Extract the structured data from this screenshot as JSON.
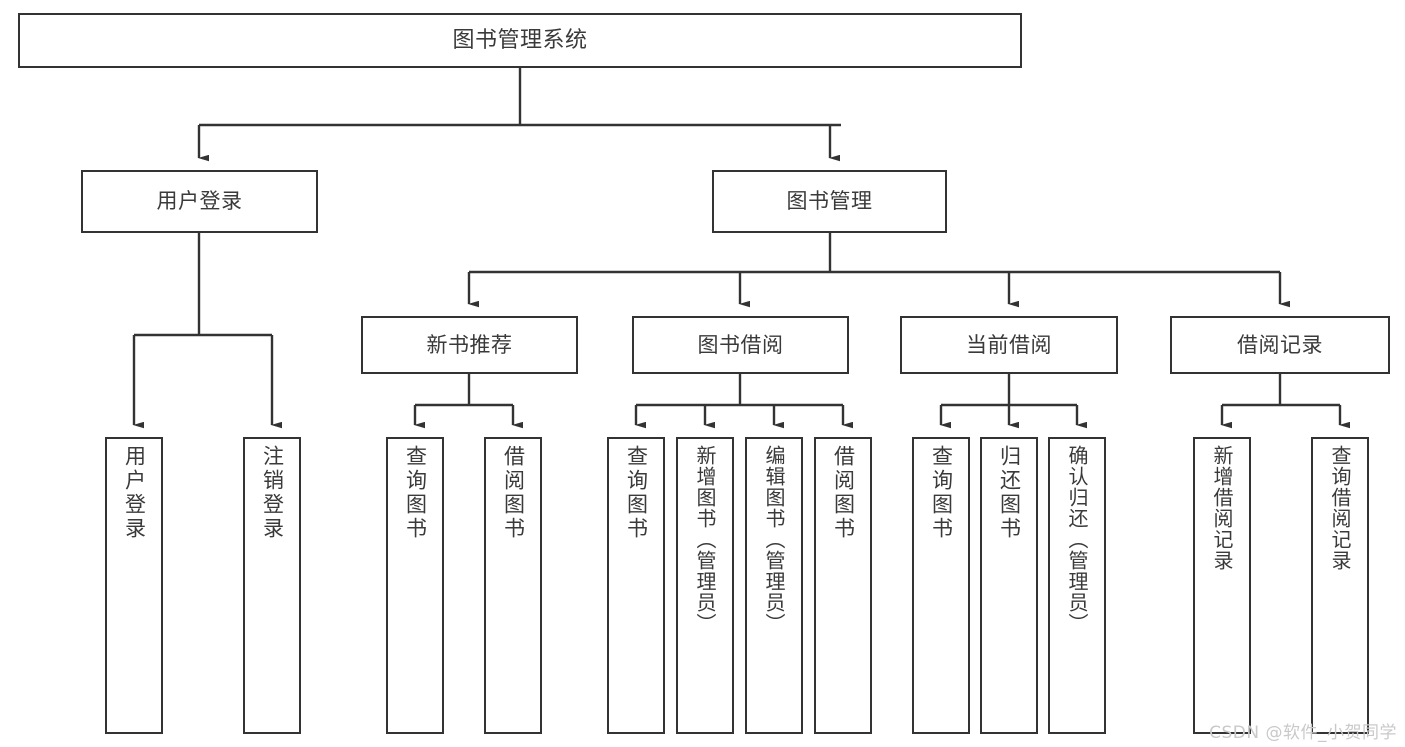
{
  "diagram": {
    "title": "图书管理系统",
    "type": "hierarchy-tree",
    "watermark": "CSDN @软件_小贺同学",
    "colors": {
      "background": "#ffffff",
      "box_border": "#333333",
      "box_fill": "#ffffff",
      "text": "#3a3a3a",
      "connector": "#333333",
      "watermark": "#c9c9c9"
    },
    "nodes": {
      "root": {
        "label": "图书管理系统"
      },
      "level2": [
        {
          "label": "用户登录"
        },
        {
          "label": "图书管理"
        }
      ],
      "level3": [
        {
          "label": "新书推荐"
        },
        {
          "label": "图书借阅"
        },
        {
          "label": "当前借阅"
        },
        {
          "label": "借阅记录"
        }
      ],
      "leaves": {
        "user_login": [
          {
            "label": "用户登录"
          },
          {
            "label": "注销登录"
          }
        ],
        "new_book_recommend": [
          {
            "label": "查询图书"
          },
          {
            "label": "借阅图书"
          }
        ],
        "book_borrow": [
          {
            "label": "查询图书"
          },
          {
            "label": "新增图书（管理员）"
          },
          {
            "label": "编辑图书（管理员）"
          },
          {
            "label": "借阅图书"
          }
        ],
        "current_borrow": [
          {
            "label": "查询图书"
          },
          {
            "label": "归还图书"
          },
          {
            "label": "确认归还（管理员）"
          }
        ],
        "borrow_record": [
          {
            "label": "新增借阅记录"
          },
          {
            "label": "查询借阅记录"
          }
        ]
      }
    }
  }
}
